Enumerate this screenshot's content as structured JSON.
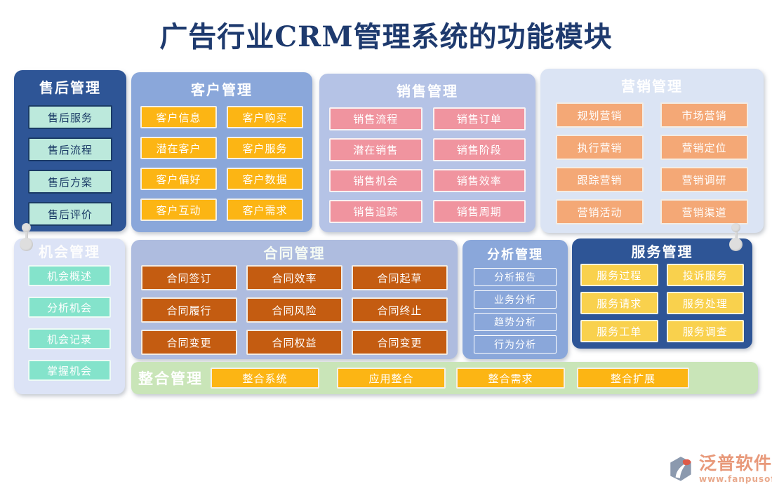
{
  "page": {
    "title": "广告行业CRM管理系统的功能模块"
  },
  "panels": {
    "after_sales": {
      "title": "售后管理",
      "items": [
        "售后服务",
        "售后流程",
        "售后方案",
        "售后评价"
      ]
    },
    "customer": {
      "title": "客户管理",
      "items": [
        "客户信息",
        "客户购买",
        "潜在客户",
        "客户服务",
        "客户偏好",
        "客户数据",
        "客户互动",
        "客户需求"
      ]
    },
    "sales": {
      "title": "销售管理",
      "items": [
        "销售流程",
        "销售订单",
        "潜在销售",
        "销售阶段",
        "销售机会",
        "销售效率",
        "销售追踪",
        "销售周期"
      ]
    },
    "marketing": {
      "title": "营销管理",
      "items": [
        "规划营销",
        "市场营销",
        "执行营销",
        "营销定位",
        "跟踪营销",
        "营销调研",
        "营销活动",
        "营销渠道"
      ]
    },
    "opportunity": {
      "title": "机会管理",
      "items": [
        "机会概述",
        "分析机会",
        "机会记录",
        "掌握机会"
      ]
    },
    "contract": {
      "title": "合同管理",
      "items": [
        "合同签订",
        "合同效率",
        "合同起草",
        "合同履行",
        "合同风险",
        "合同终止",
        "合同变更",
        "合同权益",
        "合同变更"
      ]
    },
    "analysis": {
      "title": "分析管理",
      "items": [
        "分析报告",
        "业务分析",
        "趋势分析",
        "行为分析"
      ]
    },
    "service": {
      "title": "服务管理",
      "items": [
        "服务过程",
        "投诉服务",
        "服务请求",
        "服务处理",
        "服务工单",
        "服务调查"
      ]
    },
    "integration": {
      "title": "整合管理",
      "items": [
        "整合系统",
        "应用整合",
        "整合需求",
        "整合扩展"
      ]
    }
  },
  "footer": {
    "brand": "泛普软件",
    "url": "www.fanpusoft.com"
  },
  "colors": {
    "title_text": "#1e3a6e",
    "panel_dark_blue": "#2e5596",
    "panel_medium_blue": "#8aa7da",
    "panel_light_blue": "#b5c3e6",
    "panel_pale_blue": "#dbe4f4",
    "panel_lavender": "#dce3f6",
    "panel_periwinkle": "#aebcdf",
    "bar_green": "#c9e5b8",
    "btn_teal": "#bce9dc",
    "btn_gold": "#fcb514",
    "btn_pink": "#f0949f",
    "btn_orange": "#f4a876",
    "btn_mint": "#84e3cb",
    "btn_rust": "#c45c11",
    "btn_yellow": "#f9d14d",
    "logo_text": "#e8997a"
  }
}
